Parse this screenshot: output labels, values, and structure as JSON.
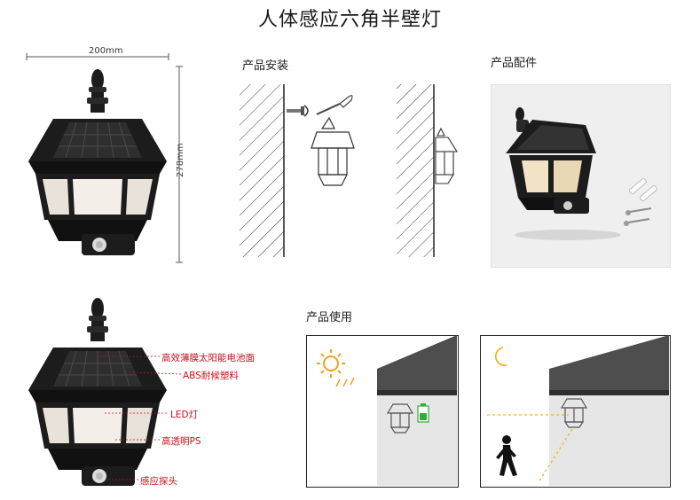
{
  "title": "人体感应六角半壁灯",
  "sections": {
    "install": "产品安装",
    "accessories": "产品配件",
    "usage": "产品使用"
  },
  "dimensions": {
    "width": "200mm",
    "height": "278mm"
  },
  "callouts": [
    "高效薄膜太阳能电池面",
    "ABS耐候塑料",
    "LED灯",
    "高透明PS",
    "感应探头"
  ],
  "colors": {
    "callout": "#c8101c",
    "lamp_body": "#1c1c1c",
    "sun": "#f2a11f",
    "battery": "#2fae3c",
    "motion_line": "#f0b429"
  },
  "icons": [
    "sun-icon",
    "moon-icon",
    "battery-icon",
    "walking-person-icon",
    "screw-icon",
    "wall-plug-icon"
  ]
}
